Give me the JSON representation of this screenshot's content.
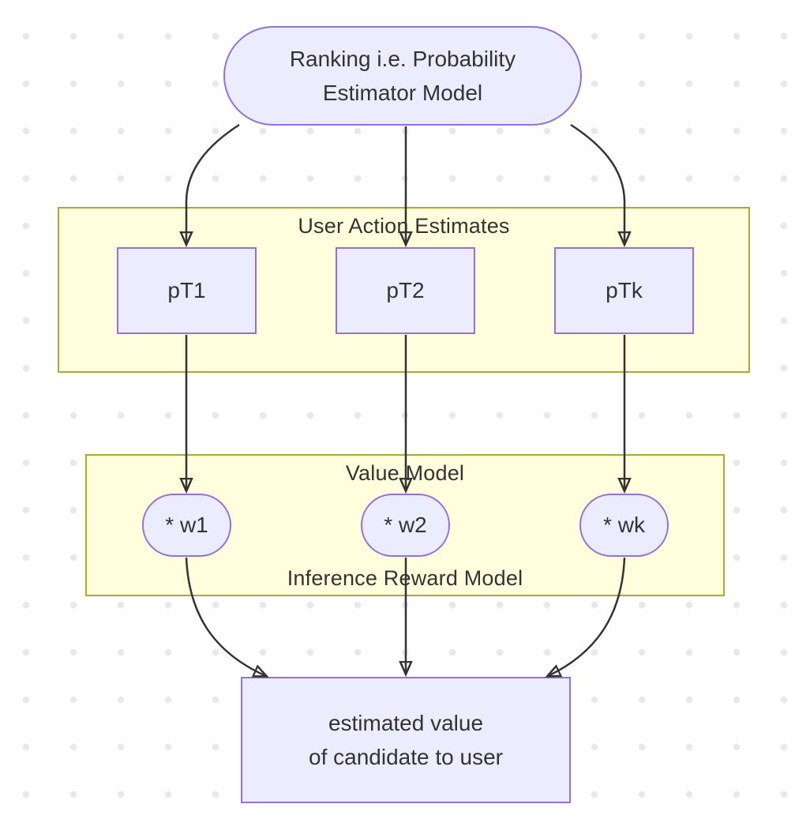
{
  "diagram": {
    "type": "flowchart",
    "top_node": {
      "line1": "Ranking i.e. Probability",
      "line2": "Estimator Model"
    },
    "clusters": {
      "user_action": {
        "label": "User Action Estimates"
      },
      "value_model": {
        "label_top": "Value Model",
        "label_bottom": "Inference Reward Model"
      }
    },
    "nodes": {
      "pt1": "pT1",
      "pt2": "pT2",
      "ptk": "pTk",
      "w1": "* w1",
      "w2": "* w2",
      "wk": "* wk"
    },
    "bottom_node": {
      "line1": "estimated value",
      "line2": "of candidate to user"
    },
    "colors": {
      "node_fill": "#ECECFF",
      "node_border": "#9370DB",
      "cluster_fill": "#FFFFDE",
      "cluster_border": "#AAAA33",
      "edge": "#333333",
      "text": "#333333",
      "background_dots": "#E9E9E9",
      "background": "#FFFFFF"
    }
  }
}
